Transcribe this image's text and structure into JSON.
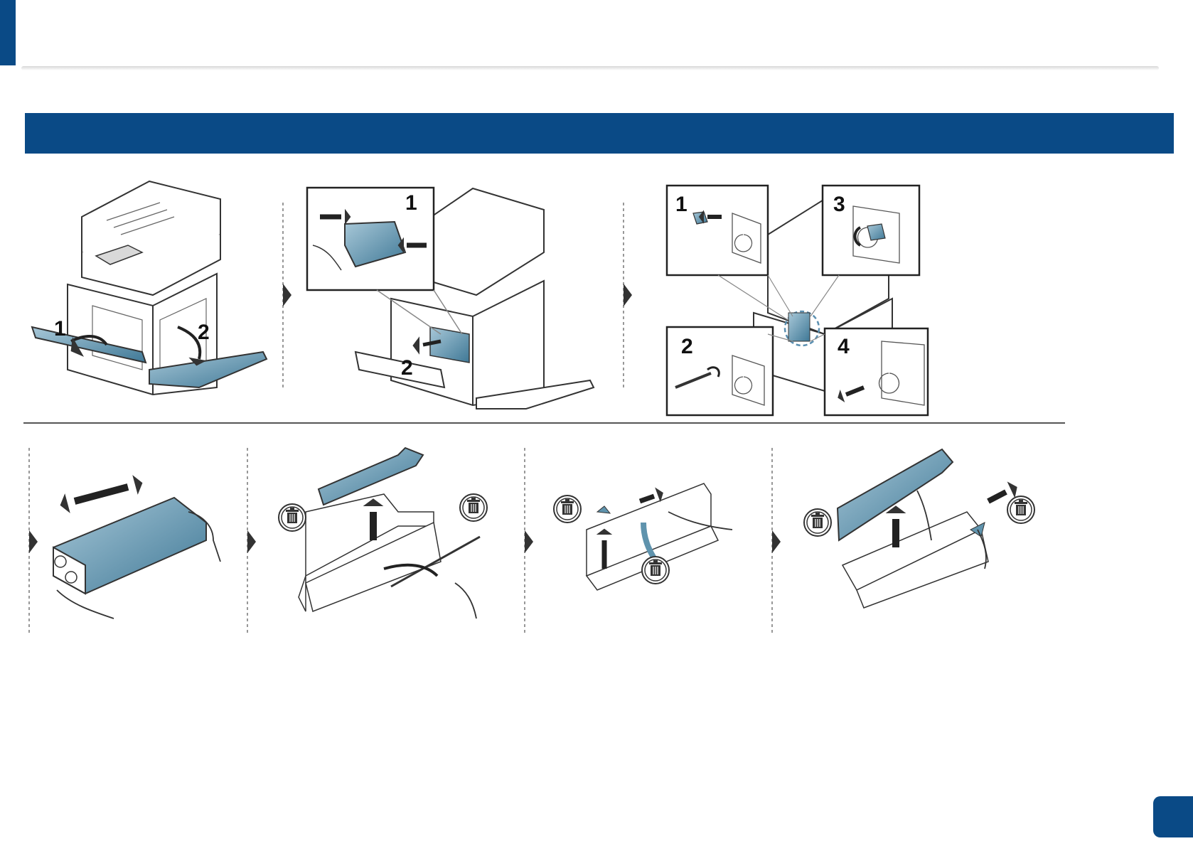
{
  "header": {
    "section_title": "",
    "page_number": ""
  },
  "steps_row1": [
    {
      "labels": [
        "1",
        "2"
      ]
    },
    {
      "labels": [
        "1",
        "2"
      ]
    },
    {
      "labels": [
        "1",
        "3",
        "2",
        "4"
      ]
    }
  ],
  "colors": {
    "brand": "#0a4a86",
    "part_fill": "#5f93ad",
    "line": "#333333"
  },
  "icons": [
    "trash-icon",
    "arrow-right-icon",
    "hand-icon",
    "screwdriver-icon"
  ]
}
